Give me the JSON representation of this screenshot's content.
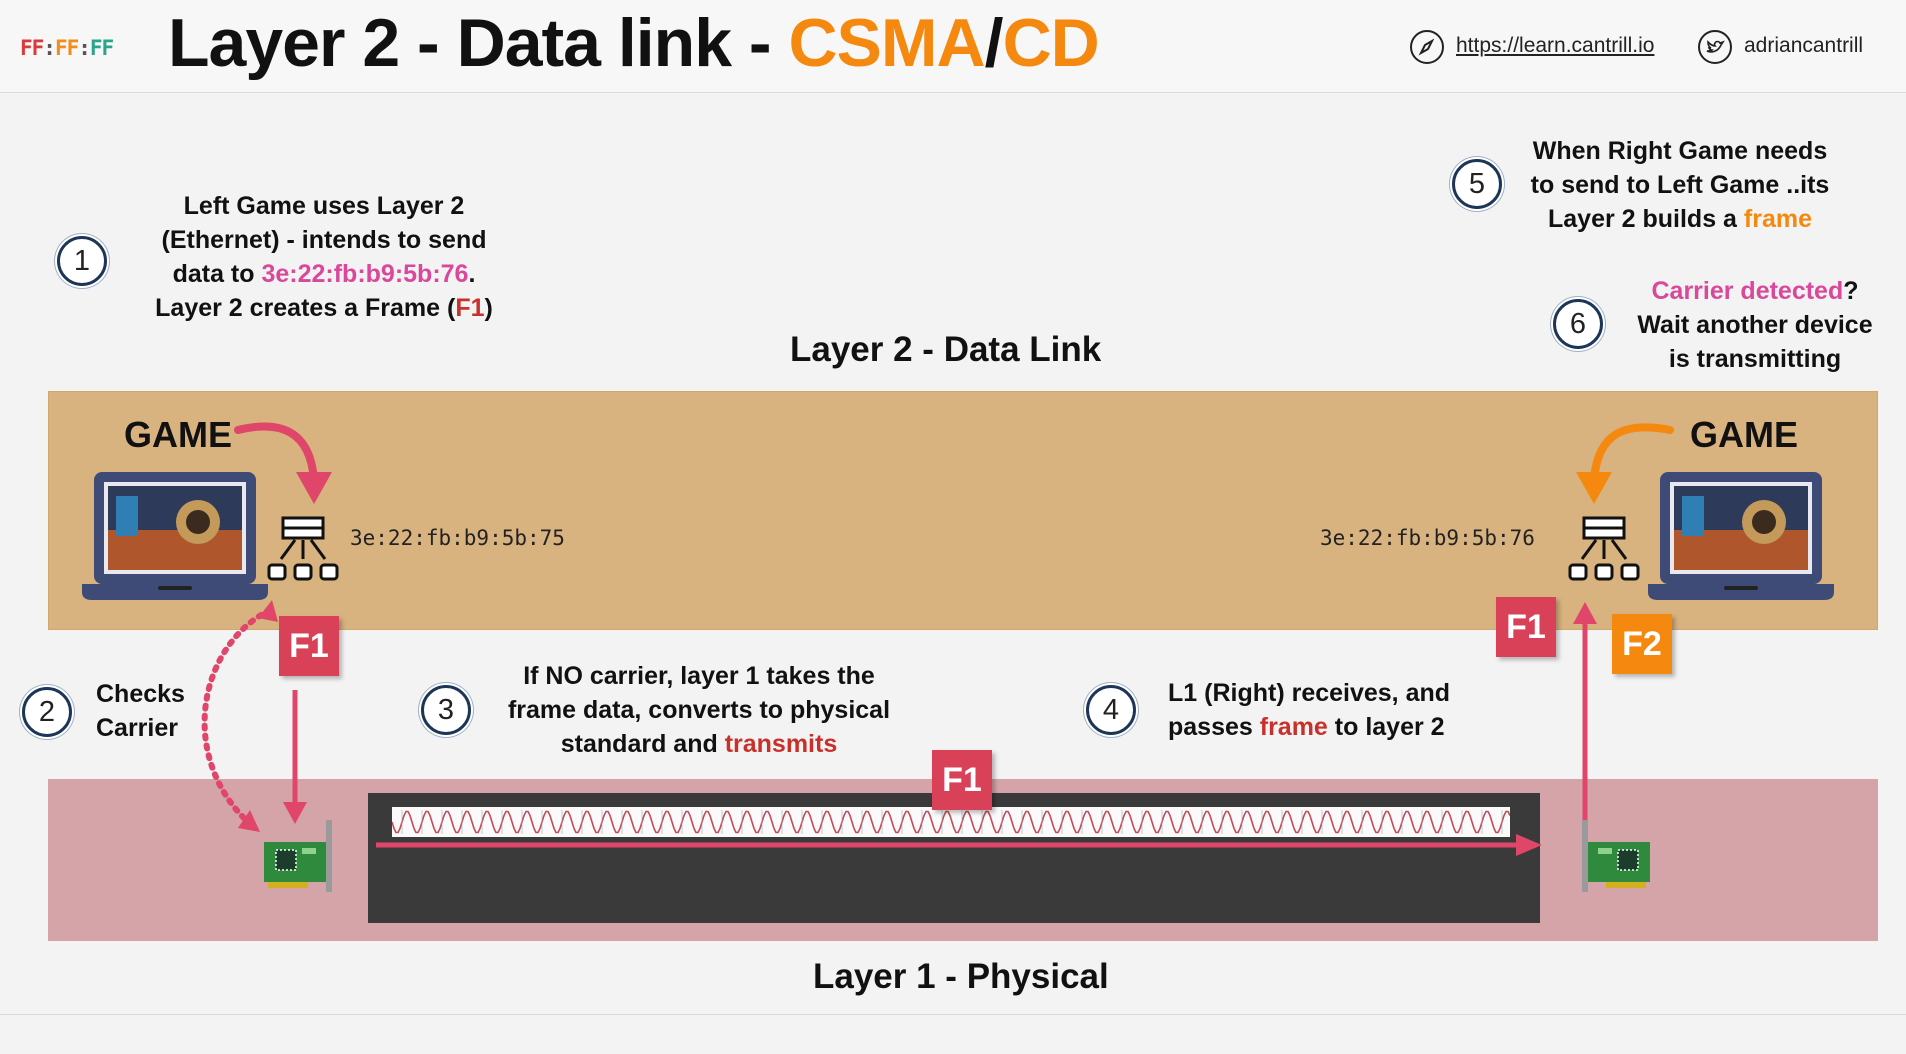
{
  "header": {
    "logo_parts": [
      "FF",
      ":",
      "FF",
      ":",
      "FF"
    ],
    "title_prefix": "Layer 2 - Data link - ",
    "title_a": "CSMA",
    "title_slash": "/",
    "title_b": "CD",
    "link": "https://learn.cantrill.io",
    "link_icon": "compass-icon",
    "twitter": "adriancantrill",
    "twitter_icon": "twitter-bird-icon"
  },
  "colors": {
    "orange": "#f5890f",
    "pink": "#d9489a",
    "red": "#c8312b",
    "badge_red": "#d94159",
    "layer2_band": "#d8b27f",
    "layer1_band": "#d4a4a8"
  },
  "steps": {
    "s1": {
      "num": "1",
      "l1": "Left Game uses Layer 2",
      "l2": "(Ethernet) - intends to send",
      "l3a": "data to ",
      "l3mac": "3e:22:fb:b9:5b:76",
      "l3b": ".",
      "l4a": "Layer 2 creates a Frame (",
      "l4f": "F1",
      "l4b": ")"
    },
    "s2": {
      "num": "2",
      "l1": "Checks",
      "l2": "Carrier"
    },
    "s3": {
      "num": "3",
      "l1": "If NO carrier, layer 1 takes the",
      "l2": "frame data, converts to physical",
      "l3a": "standard and ",
      "l3b": "transmits"
    },
    "s4": {
      "num": "4",
      "l1": "L1 (Right) receives, and",
      "l2a": "passes ",
      "l2b": "frame",
      "l2c": " to layer 2"
    },
    "s5": {
      "num": "5",
      "l1": "When Right Game needs",
      "l2": "to send to Left Game ..its",
      "l3a": "Layer 2 builds a ",
      "l3b": "frame"
    },
    "s6": {
      "num": "6",
      "l1a": "Carrier detected",
      "l1b": "?",
      "l2": "Wait another device",
      "l3": "is transmitting"
    }
  },
  "layers": {
    "layer2": "Layer 2 - Data Link",
    "layer1": "Layer 1 - Physical"
  },
  "devices": {
    "left_label": "GAME",
    "right_label": "GAME",
    "left_mac": "3e:22:fb:b9:5b:75",
    "right_mac": "3e:22:fb:b9:5b:76"
  },
  "frames": {
    "f1_left": "F1",
    "f1_wire": "F1",
    "f1_right": "F1",
    "f2_right": "F2"
  }
}
